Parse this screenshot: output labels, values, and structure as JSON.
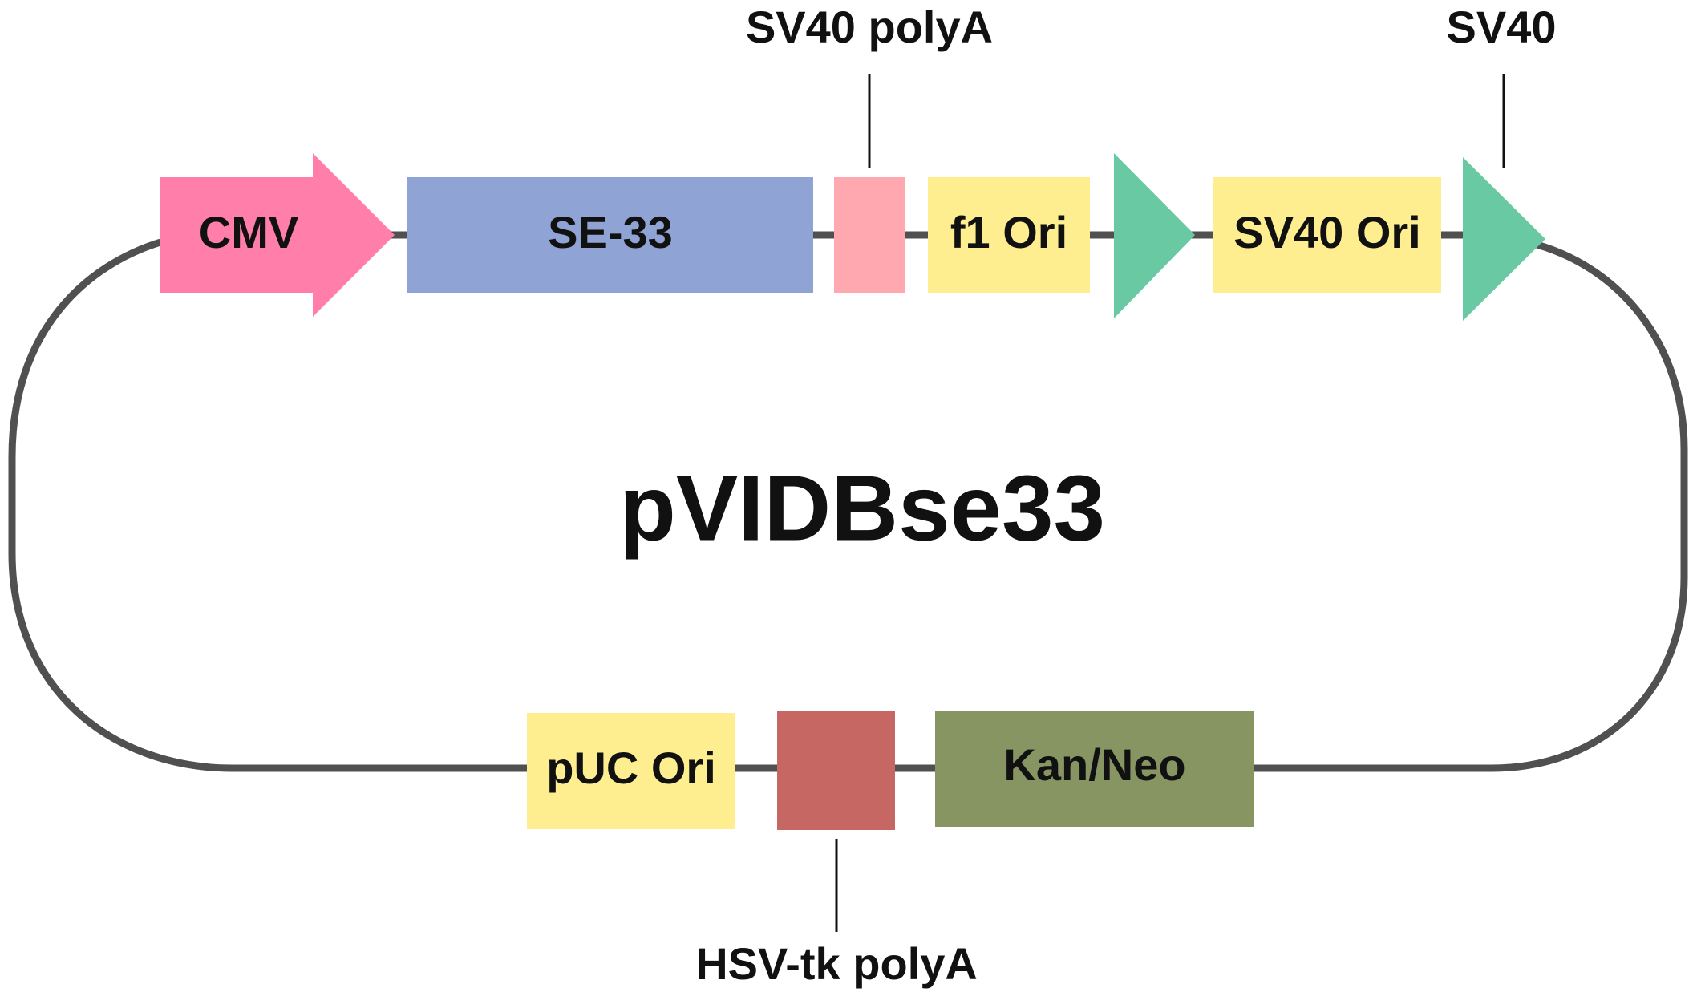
{
  "plasmid": {
    "name": "pVIDBse33"
  },
  "colors": {
    "backbone": "#505050",
    "promoter": "#FF7FAA",
    "gene": "#8FA3D4",
    "polyA_sv40": "#FFA8B0",
    "origin": "#FFEE90",
    "terminator": "#68C9A3",
    "polyA_hsv": "#C66763",
    "resistance": "#879563"
  },
  "features": {
    "cmv": {
      "label": "CMV",
      "type": "promoter-arrow",
      "color": "promoter"
    },
    "se33": {
      "label": "SE-33",
      "type": "block",
      "color": "gene"
    },
    "sv40_polya": {
      "label": "",
      "callout": "SV40 polyA",
      "type": "block",
      "color": "polyA_sv40"
    },
    "f1_ori": {
      "label": "f1 Ori",
      "type": "block",
      "color": "origin"
    },
    "triangle_1": {
      "label": "",
      "type": "triangle",
      "color": "terminator"
    },
    "sv40_ori": {
      "label": "SV40 Ori",
      "type": "block",
      "color": "origin"
    },
    "sv40": {
      "label": "",
      "callout": "SV40",
      "type": "triangle",
      "color": "terminator"
    },
    "puc_ori": {
      "label": "pUC Ori",
      "type": "block",
      "color": "origin"
    },
    "hsv_tk_polya": {
      "label": "",
      "callout": "HSV-tk polyA",
      "type": "block",
      "color": "polyA_hsv"
    },
    "kan_neo": {
      "label": "Kan/Neo",
      "type": "block",
      "color": "resistance"
    }
  }
}
